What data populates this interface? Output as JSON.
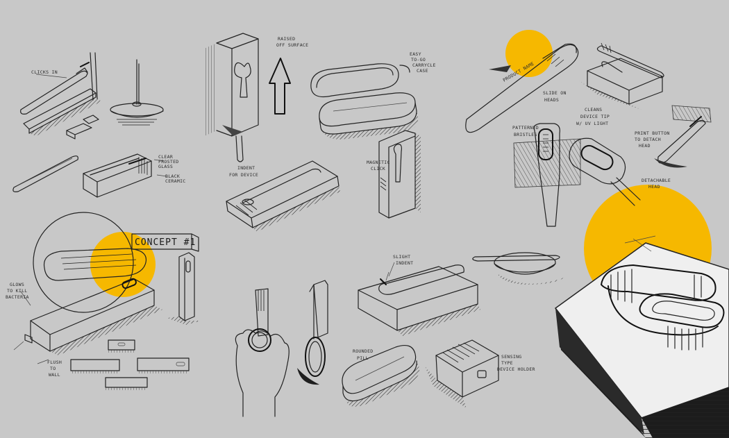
{
  "colors": {
    "background": "#c8c8c8",
    "accent": "#f6b800",
    "ink": "#222222"
  },
  "notes": {
    "clicks_in": "CLICKS IN",
    "raised_off_surface_1": "RAISED",
    "raised_off_surface_2": "OFF SURFACE",
    "easy_carry_1": "EASY",
    "easy_carry_2": "TO-GO",
    "easy_carry_3": "CARRYCLE",
    "easy_carry_4": "CASE",
    "clear_frosted_1": "CLEAR",
    "clear_frosted_2": "FROSTED",
    "clear_frosted_3": "GLASS",
    "black_ceramic_1": "BLACK",
    "black_ceramic_2": "CERAMIC",
    "inside_fit_1": "INDENT",
    "inside_fit_2": "FOR DEVICE",
    "magnetic_click_1": "MAGNETIC",
    "magnetic_click_2": "CLICK",
    "slide_on_heads_1": "SLIDE ON",
    "slide_on_heads_2": "HEADS",
    "cleans_device_1": "CLEANS",
    "cleans_device_2": "DEVICE TIP",
    "cleans_device_3": "W/ UV LIGHT",
    "patterned_bristles_1": "PATTERNED",
    "patterned_bristles_2": "BRISTLES",
    "print_button_1": "PRINT BUTTON",
    "print_button_2": "TO DETACH",
    "print_button_3": "HEAD",
    "detachable_head_1": "DETACHABLE",
    "detachable_head_2": "HEAD",
    "glows_1": "GLOWS",
    "glows_2": "TO KILL",
    "glows_3": "BACTERIA",
    "flush_wall_1": "FLUSH",
    "flush_wall_2": "TO",
    "flush_wall_3": "WALL",
    "slight_indent_1": "SLIGHT",
    "slight_indent_2": "INDENT",
    "rounded_pill_1": "ROUNDED",
    "rounded_pill_2": "PILL",
    "sensing_device_1": "SENSING",
    "sensing_device_2": "TYPE",
    "sensing_device_3": "DEVICE HOLDER",
    "brush_label": "PRODUCT NAME"
  },
  "concept_label": "CONCEPT #1"
}
